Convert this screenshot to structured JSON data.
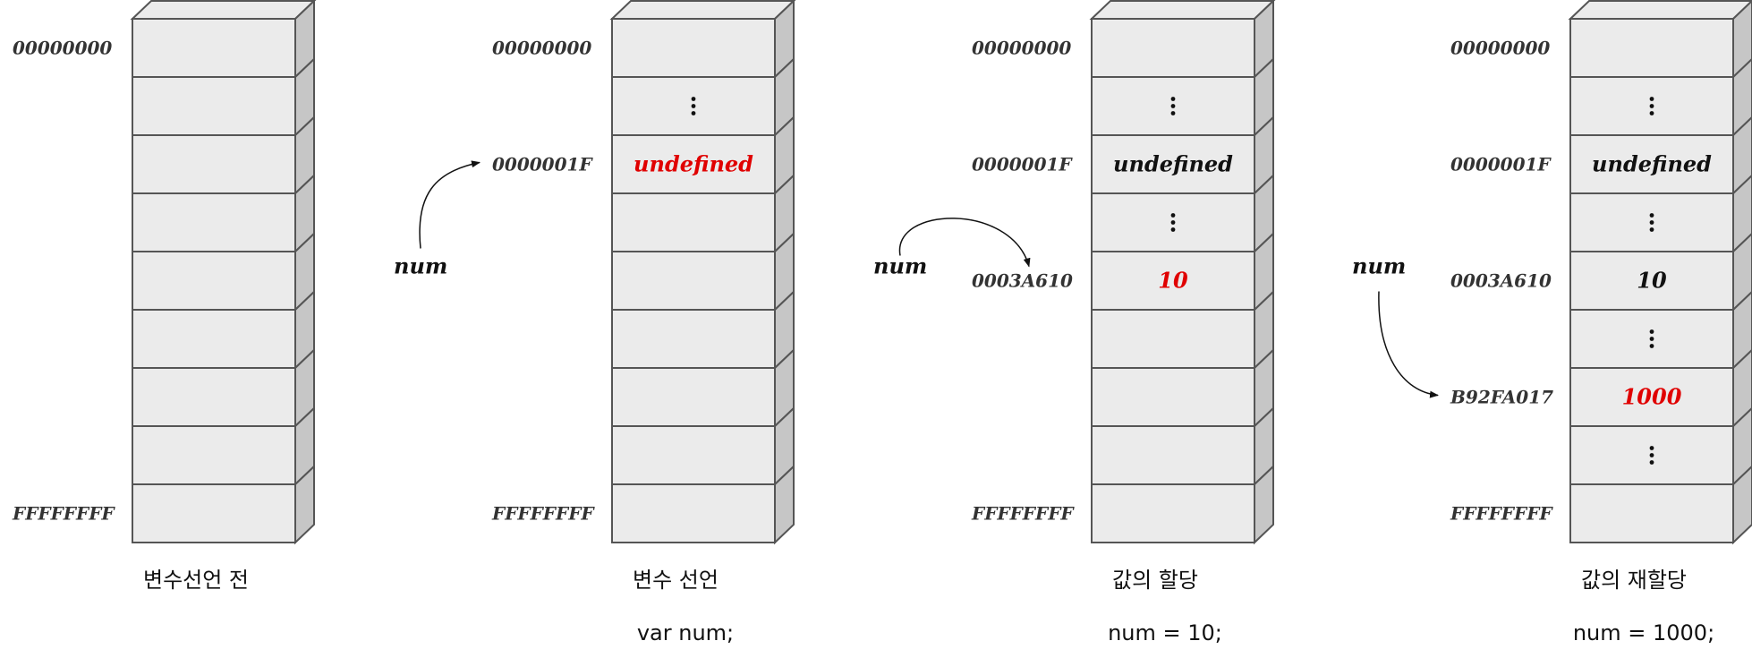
{
  "colors": {
    "highlight": "#e00000",
    "normal": "#111111",
    "cell_face": "#ebebeb",
    "cell_side": "#c6c6c6",
    "border": "#555555"
  },
  "panels": [
    {
      "caption": "변수선언 전",
      "code": "",
      "addresses": [
        {
          "text": "00000000",
          "row": 0
        },
        {
          "text": "FFFFFFFF",
          "row": 8
        }
      ],
      "cells": [
        "",
        "",
        "",
        "",
        "",
        "",
        "",
        "",
        ""
      ],
      "highlight_rows": [],
      "arrow": null
    },
    {
      "caption": "변수 선언",
      "code": "var num;",
      "addresses": [
        {
          "text": "00000000",
          "row": 0
        },
        {
          "text": "0000001F",
          "row": 2
        },
        {
          "text": "FFFFFFFF",
          "row": 8
        }
      ],
      "cells": [
        "",
        "⋮",
        "undefined",
        "",
        "",
        "",
        "",
        "",
        ""
      ],
      "highlight_rows": [
        2
      ],
      "arrow": {
        "label": "num",
        "target_row": 2
      }
    },
    {
      "caption": "값의 할당",
      "code": "num = 10;",
      "addresses": [
        {
          "text": "00000000",
          "row": 0
        },
        {
          "text": "0000001F",
          "row": 2
        },
        {
          "text": "0003A610",
          "row": 4
        },
        {
          "text": "FFFFFFFF",
          "row": 8
        }
      ],
      "cells": [
        "",
        "⋮",
        "undefined",
        "⋮",
        "10",
        "",
        "",
        "",
        ""
      ],
      "highlight_rows": [
        4
      ],
      "arrow": {
        "label": "num",
        "target_row": 4
      }
    },
    {
      "caption": "값의 재할당",
      "code": "num = 1000;",
      "addresses": [
        {
          "text": "00000000",
          "row": 0
        },
        {
          "text": "0000001F",
          "row": 2
        },
        {
          "text": "0003A610",
          "row": 4
        },
        {
          "text": "B92FA017",
          "row": 6
        },
        {
          "text": "FFFFFFFF",
          "row": 8
        }
      ],
      "cells": [
        "",
        "⋮",
        "undefined",
        "⋮",
        "10",
        "⋮",
        "1000",
        "⋮",
        ""
      ],
      "highlight_rows": [
        6
      ],
      "arrow": {
        "label": "num",
        "target_row": 6
      }
    }
  ]
}
